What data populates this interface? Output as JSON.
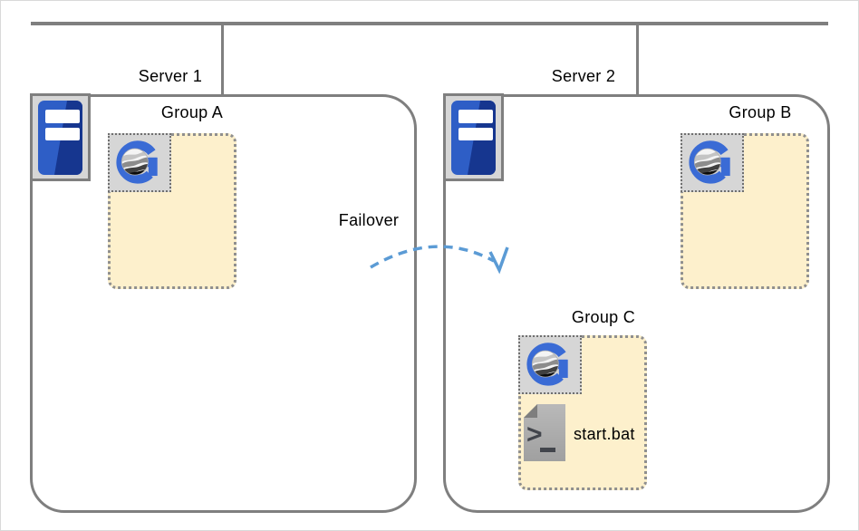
{
  "servers": [
    {
      "label": "Server 1"
    },
    {
      "label": "Server 2"
    }
  ],
  "groups": [
    {
      "label": "Group A"
    },
    {
      "label": "Group B"
    },
    {
      "label": "Group C"
    }
  ],
  "failover": {
    "label": "Failover"
  },
  "batch_file": {
    "label": "start.bat",
    "icon_glyph": ">"
  },
  "icons": {
    "server": "server-tower-icon",
    "group_app": "globe-g-logo-icon",
    "batch_file": "terminal-script-icon",
    "failover": "dashed-curve-arrow-icon"
  },
  "colors": {
    "outline_gray": "#7F7F7F",
    "group_fill": "#FDF0CC",
    "group_border": "#8F8F8F",
    "icon_box_fill": "#D6D6D6",
    "logo_blue": "#3A6BD5",
    "server_blue_light": "#2E5EC6",
    "server_blue_dark": "#16368F",
    "arrow_blue": "#5B9BD5",
    "file_gray": "#ACACAC",
    "text_black": "#000000"
  }
}
